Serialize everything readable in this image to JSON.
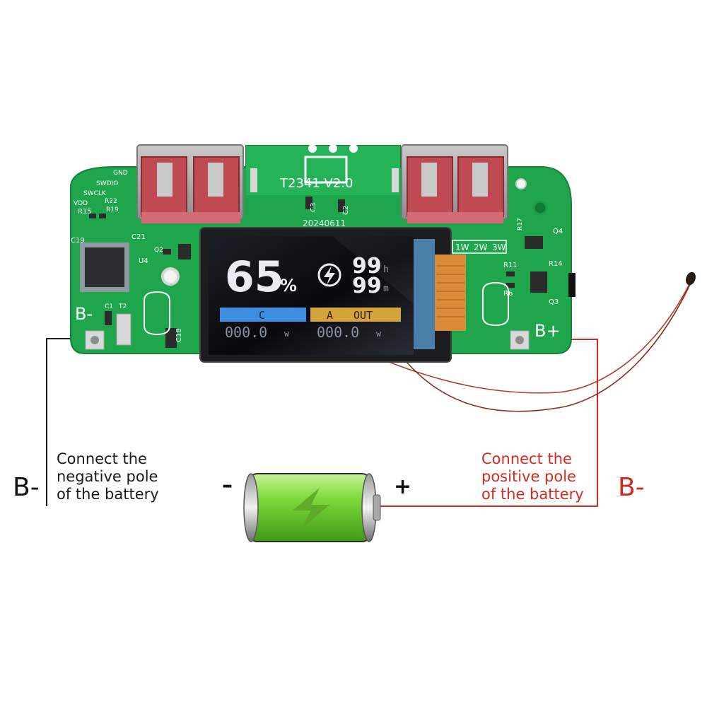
{
  "board": {
    "model": "T2341 V2.0",
    "date_code": "20240611",
    "silk_labels": [
      "GND",
      "SWDIO",
      "SWCLK",
      "VDD",
      "R15",
      "R22",
      "R19",
      "C21",
      "C19",
      "Q2",
      "U4",
      "C1",
      "T2",
      "C18",
      "C3",
      "C2",
      "R17",
      "Q4",
      "R11",
      "R14",
      "R6",
      "Q3"
    ],
    "mode_labels": [
      "1W",
      "2W",
      "3W"
    ],
    "terminal_neg": "B-",
    "terminal_pos": "B+"
  },
  "lcd": {
    "percent_value": "65",
    "percent_unit": "%",
    "hours_value": "99",
    "hours_unit": "h",
    "minutes_value": "99",
    "minutes_unit": "m",
    "bar_left": "C",
    "bar_right_a": "A",
    "bar_right_out": "OUT",
    "power_left": "000.0",
    "power_left_unit": "w",
    "power_right": "000.0",
    "power_right_unit": "w",
    "bar_left_color": "#3b8ee0",
    "bar_right_color": "#d4a33a"
  },
  "labels": {
    "left_lines": [
      "Connect the",
      "negative pole",
      "of the battery"
    ],
    "right_lines": [
      "Connect the",
      "positive pole",
      "of the battery"
    ],
    "left_pole": "B-",
    "right_pole": "B-",
    "minus_sign": "–",
    "plus_sign": "+"
  },
  "colors": {
    "pcb": "#1fa64d",
    "wire_negative": "#1a1a1a",
    "wire_positive": "#d42a1e",
    "battery_fill": "#7ad63a"
  }
}
